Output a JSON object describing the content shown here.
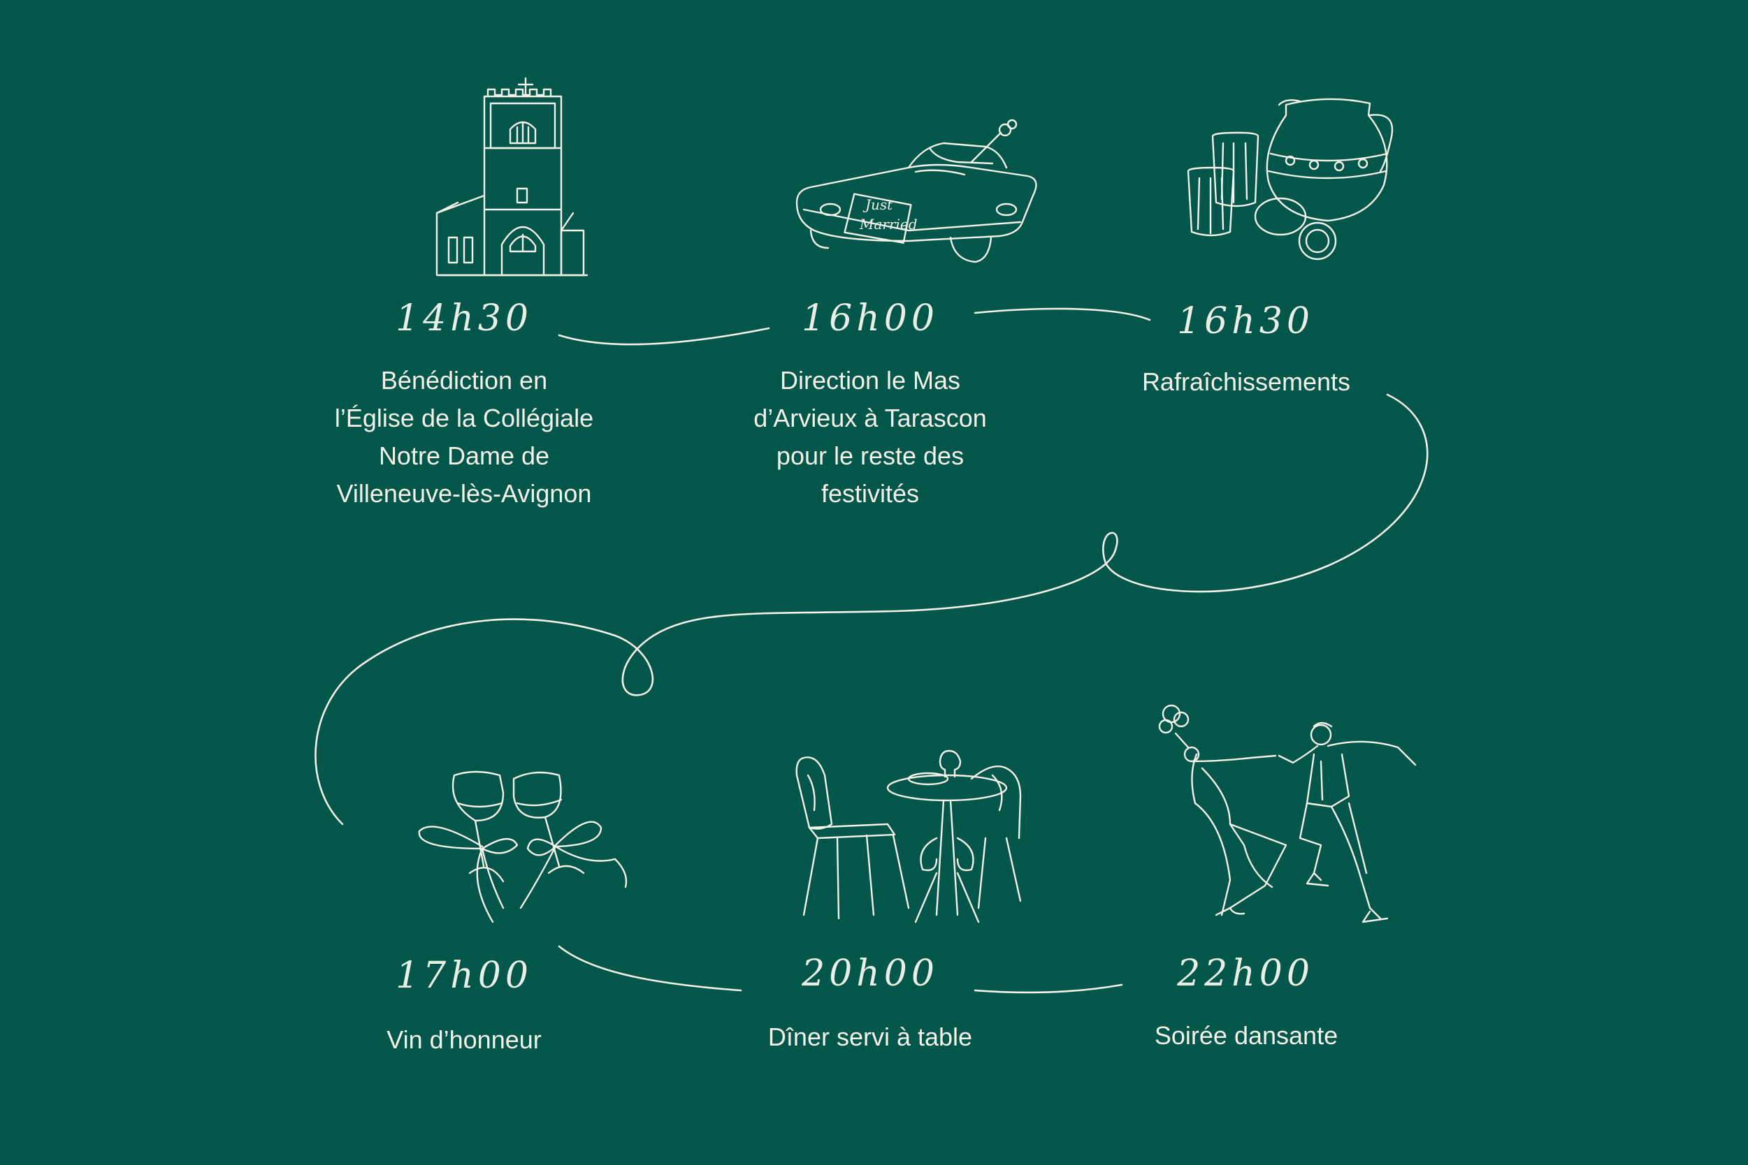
{
  "colors": {
    "background": "#02574a",
    "ink": "#f4f1e8"
  },
  "events": [
    {
      "time": "14h30",
      "lines": [
        "Bénédiction en",
        "l’Église de la Collégiale",
        "Notre Dame de",
        "Villeneuve-lès-Avignon"
      ],
      "icon": "church-icon"
    },
    {
      "time": "16h00",
      "lines": [
        "Direction le Mas",
        "d’Arvieux à Tarascon",
        "pour le reste des",
        "festivités"
      ],
      "icon": "car-icon",
      "sign_text": [
        "Just",
        "Married"
      ]
    },
    {
      "time": "16h30",
      "lines": [
        "Rafraîchissements"
      ],
      "icon": "drinks-pitcher-icon"
    },
    {
      "time": "17h00",
      "lines": [
        "Vin d’honneur"
      ],
      "icon": "wine-glasses-icon"
    },
    {
      "time": "20h00",
      "lines": [
        "Dîner servi à table"
      ],
      "icon": "bistro-table-icon"
    },
    {
      "time": "22h00",
      "lines": [
        "Soirée dansante"
      ],
      "icon": "dancing-couple-icon"
    }
  ]
}
